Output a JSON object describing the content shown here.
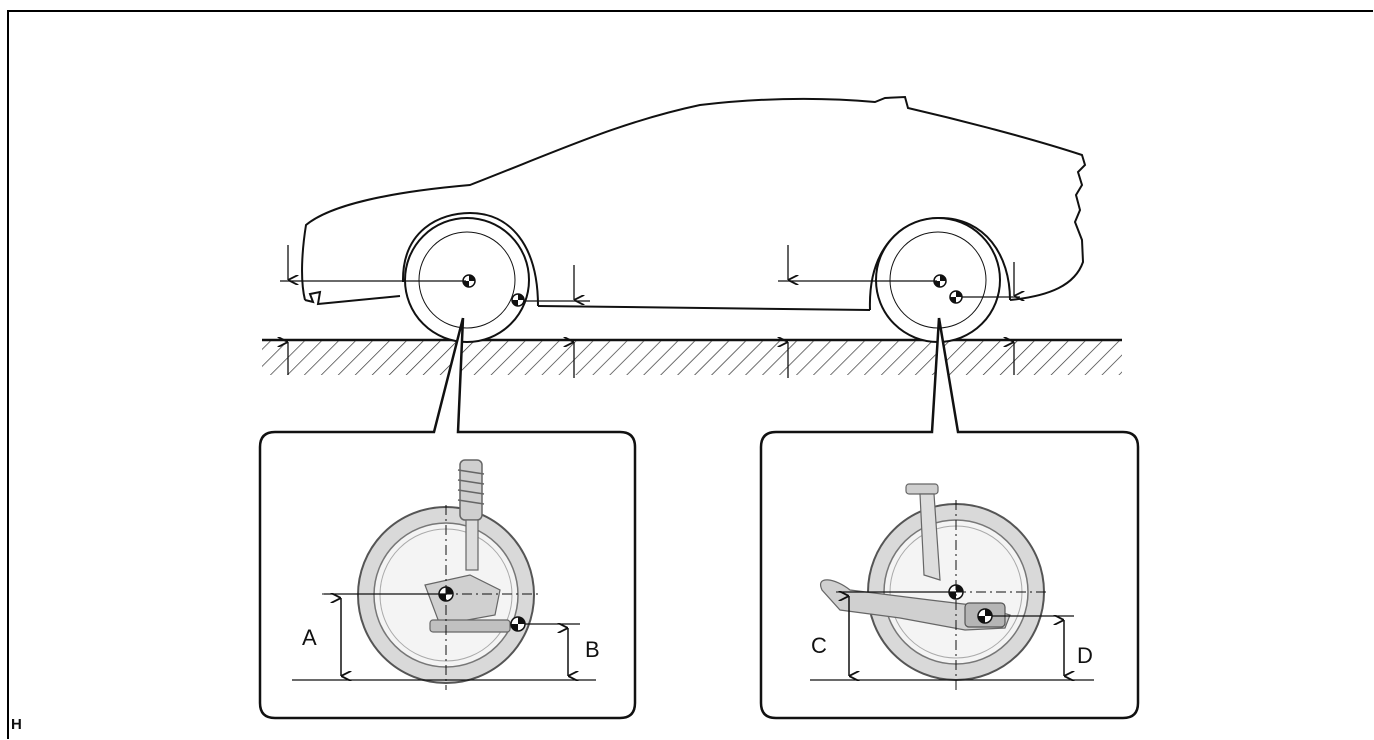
{
  "labels": {
    "A": "A",
    "B": "B",
    "C": "C",
    "D": "D"
  },
  "corner_mark": "H",
  "colors": {
    "line": "#111111",
    "tire": "#d9d9d9",
    "tire_shade": "#bdbdbd",
    "part": "#c8c8c8"
  }
}
